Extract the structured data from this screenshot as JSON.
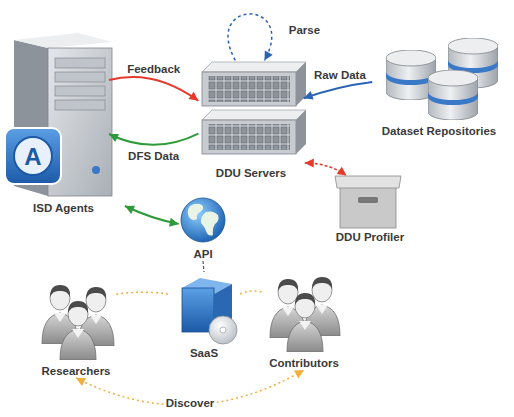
{
  "diagram": {
    "nodes": [
      {
        "text": [
          "ISD Agents"
        ]
      },
      {
        "text": [
          "DDU Servers"
        ]
      },
      {
        "text": [
          "Dataset Repositories"
        ]
      },
      {
        "text": [
          "DDU Profiler"
        ]
      },
      {
        "text": [
          "API"
        ]
      },
      {
        "text": [
          "SaaS"
        ]
      },
      {
        "text": [
          "Researchers"
        ]
      },
      {
        "text": [
          "Contributors"
        ]
      }
    ],
    "edges": [
      {
        "from": 0,
        "to": 1,
        "label": "Feedback",
        "arrow": "to"
      },
      {
        "from": 1,
        "to": 0,
        "label": "DFS Data",
        "arrow": "to"
      },
      {
        "from": 2,
        "to": 1,
        "label": "Raw Data",
        "arrow": "to"
      },
      {
        "from": 1,
        "to": 1,
        "label": "Parse",
        "arrow": "to"
      },
      {
        "from": 1,
        "to": 3,
        "arrow": "both"
      },
      {
        "from": 0,
        "to": 4,
        "arrow": "both"
      },
      {
        "from": 4,
        "to": 5,
        "arrow": "none"
      },
      {
        "from": 5,
        "to": 6,
        "arrow": "none"
      },
      {
        "from": 5,
        "to": 7,
        "arrow": "none"
      },
      {
        "from": 6,
        "to": 7,
        "label": "Discover",
        "arrow": "both"
      }
    ],
    "labels": [
      "A"
    ]
  }
}
